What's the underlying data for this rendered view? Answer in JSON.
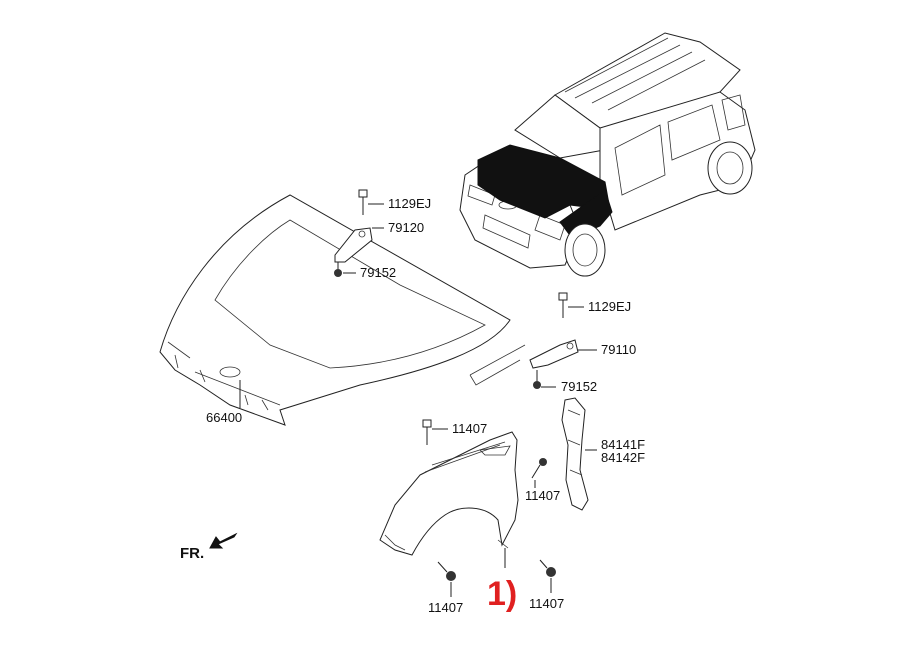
{
  "labels": {
    "bolt_1129ej_top": "1129EJ",
    "hinge_79120": "79120",
    "nut_79152_top": "79152",
    "hood_66400": "66400",
    "bolt_1129ej_right": "1129EJ",
    "hinge_79110": "79110",
    "nut_79152_right": "79152",
    "bolt_11407_top": "11407",
    "bolt_11407_mid": "11407",
    "panel_84141f": "84141F",
    "panel_84142f": "84142F",
    "bolt_11407_bottom_left": "11407",
    "bolt_11407_bottom_right": "11407"
  },
  "direction": {
    "label": "FR."
  },
  "marker": {
    "label": "1)",
    "color": "#e02020"
  },
  "colors": {
    "highlight": "#111111",
    "line": "#222222"
  }
}
